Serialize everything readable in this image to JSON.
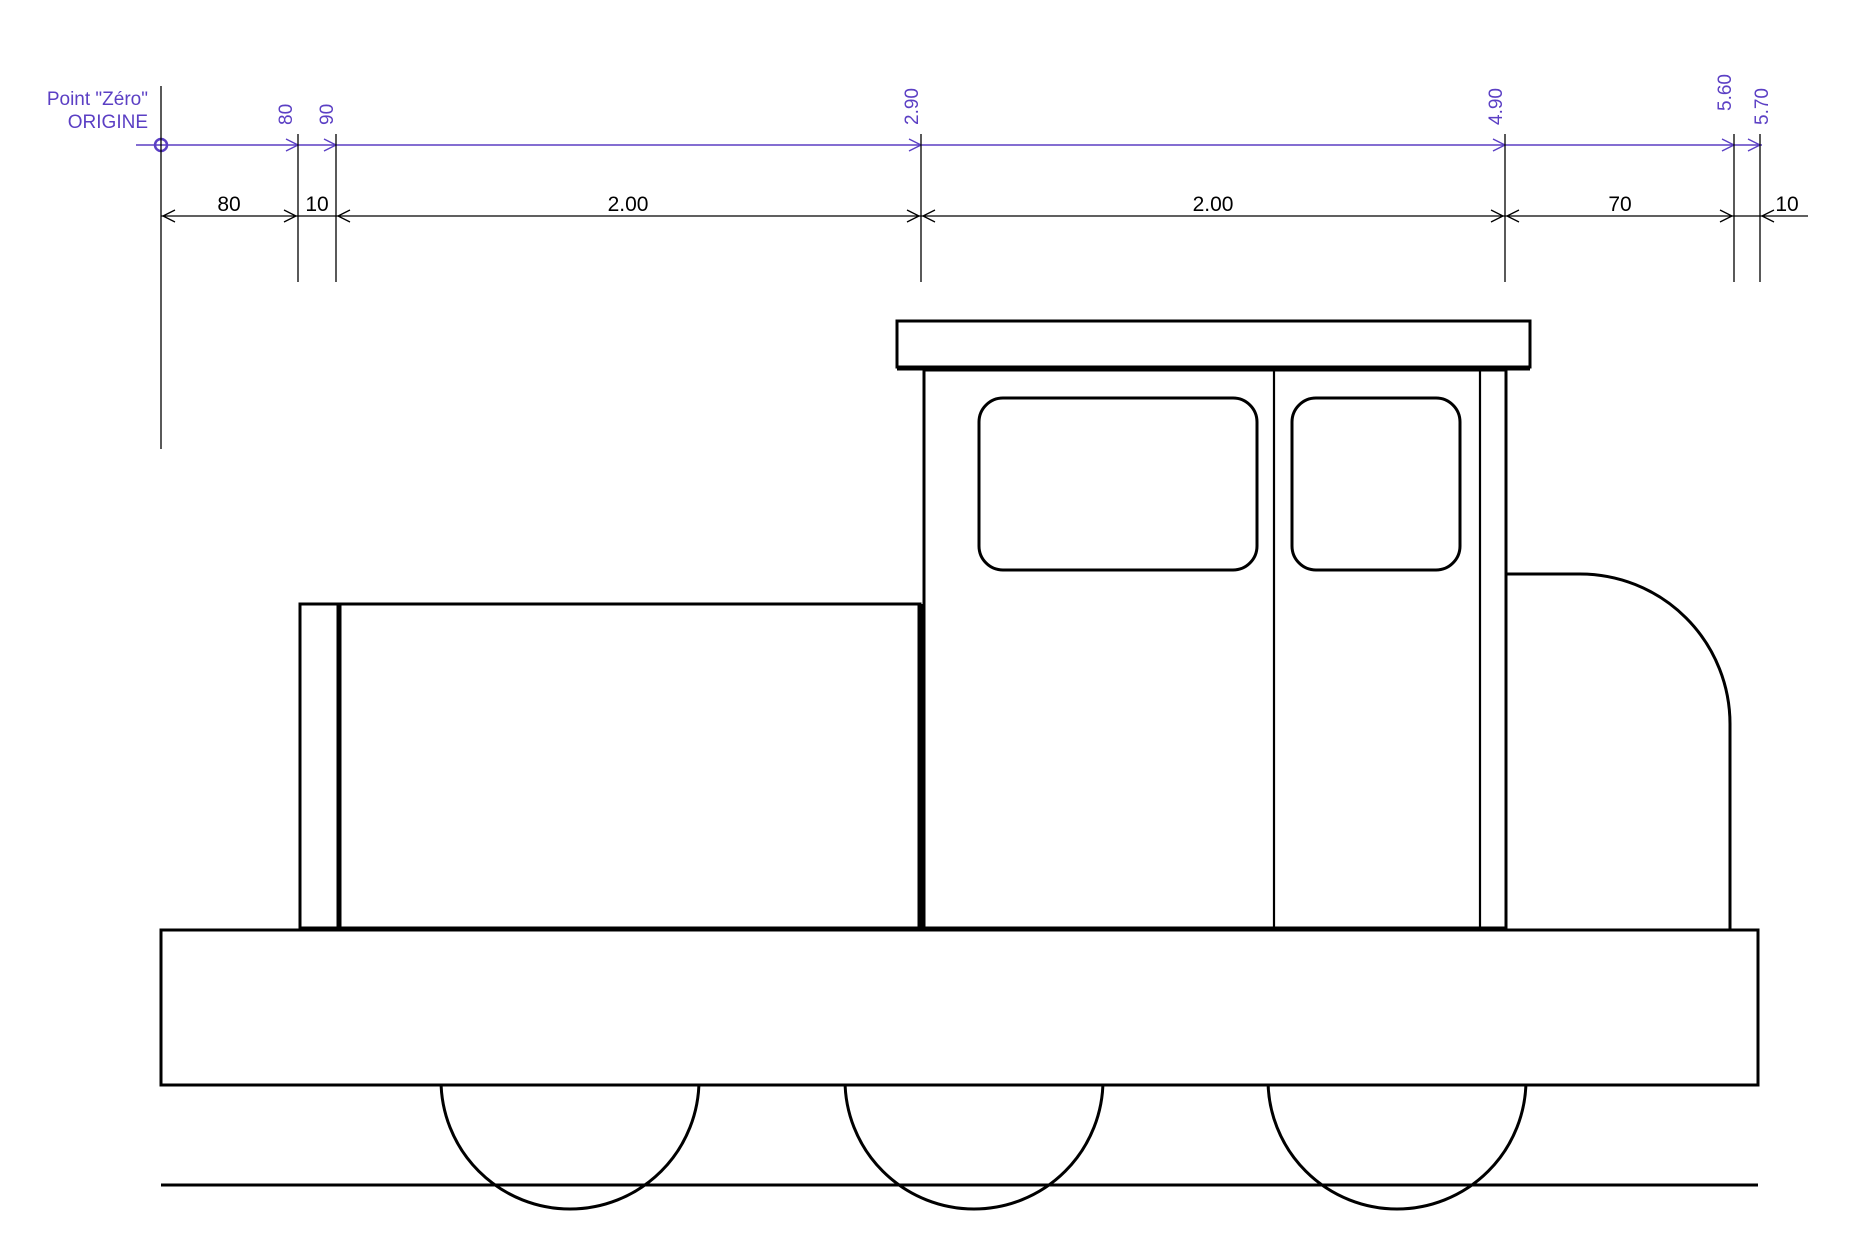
{
  "origin": {
    "label_line1": "Point \"Zéro\"",
    "label_line2": "ORIGINE"
  },
  "cumulative_marks": [
    "80",
    "90",
    "2.90",
    "4.90",
    "5.60",
    "5.70"
  ],
  "segment_dimensions": [
    "80",
    "10",
    "2.00",
    "2.00",
    "70",
    "10"
  ],
  "colors": {
    "annotation": "#5b3fc4",
    "line": "#000000",
    "background": "#ffffff"
  }
}
